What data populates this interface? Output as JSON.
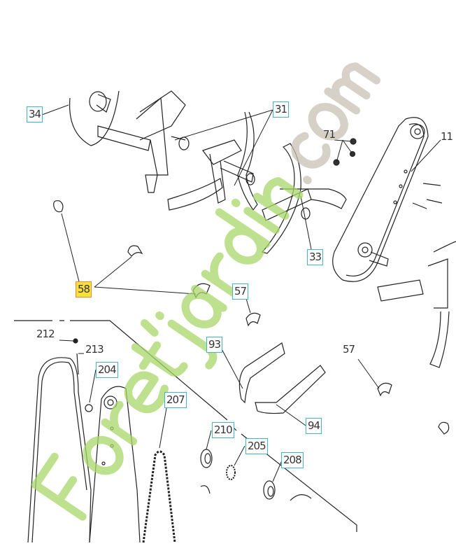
{
  "diagram": {
    "callouts": [
      {
        "id": "34",
        "boxed": true
      },
      {
        "id": "31",
        "boxed": true
      },
      {
        "id": "71",
        "boxed": false
      },
      {
        "id": "11",
        "boxed": false
      },
      {
        "id": "33",
        "boxed": true
      },
      {
        "id": "58",
        "boxed": true,
        "highlighted": true
      },
      {
        "id": "57",
        "boxed": true
      },
      {
        "id": "212",
        "boxed": false
      },
      {
        "id": "213",
        "boxed": false
      },
      {
        "id": "204",
        "boxed": true
      },
      {
        "id": "207",
        "boxed": true
      },
      {
        "id": "93",
        "boxed": true
      },
      {
        "id": "94",
        "boxed": true
      },
      {
        "id": "57",
        "boxed": false
      },
      {
        "id": "210",
        "boxed": true
      },
      {
        "id": "205",
        "boxed": true
      },
      {
        "id": "208",
        "boxed": true
      }
    ],
    "colors": {
      "callout_border": "#3fb7c9",
      "highlight_fill": "#f7e13a",
      "highlight_border": "#e58b3a",
      "line": "#222222"
    }
  },
  "watermark": {
    "text_part1": "Foret'jardin",
    "text_part2": ".com",
    "color1": "#a8d86a",
    "color2": "#c9c2b4"
  }
}
